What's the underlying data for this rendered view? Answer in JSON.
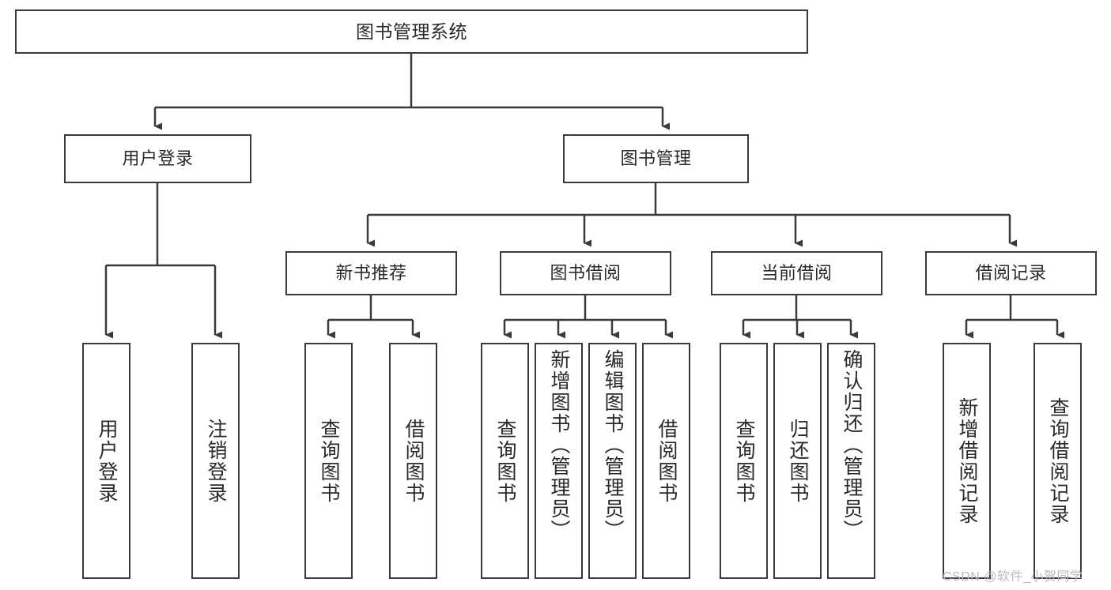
{
  "diagram": {
    "title": "图书管理系统",
    "type": "hierarchy-tree",
    "watermark": "CSDN @软件_小贺同学",
    "colors": {
      "box_border": "#3a3a3a",
      "box_fill": "#ffffff",
      "connector": "#3a3a3a",
      "text": "#2a2a2a",
      "watermark": "#b9b9b9",
      "background": "#ffffff"
    },
    "levels": {
      "root": {
        "label": "图书管理系统"
      },
      "level2": [
        {
          "id": "user-login",
          "label": "用户登录"
        },
        {
          "id": "book-management",
          "label": "图书管理"
        }
      ],
      "level3": [
        {
          "id": "new-book-recommend",
          "label": "新书推荐",
          "parent": "book-management"
        },
        {
          "id": "book-borrow",
          "label": "图书借阅",
          "parent": "book-management"
        },
        {
          "id": "current-borrow",
          "label": "当前借阅",
          "parent": "book-management"
        },
        {
          "id": "borrow-record",
          "label": "借阅记录",
          "parent": "book-management"
        }
      ],
      "leaves": {
        "user-login": [
          {
            "id": "leaf-user-login",
            "label": "用户登录"
          },
          {
            "id": "leaf-user-logout",
            "label": "注销登录"
          }
        ],
        "new-book-recommend": [
          {
            "id": "leaf-query-book-1",
            "label": "查询图书"
          },
          {
            "id": "leaf-borrow-book-1",
            "label": "借阅图书"
          }
        ],
        "book-borrow": [
          {
            "id": "leaf-query-book-2",
            "label": "查询图书"
          },
          {
            "id": "leaf-add-book",
            "label": "新增图书（管理员）"
          },
          {
            "id": "leaf-edit-book",
            "label": "编辑图书（管理员）"
          },
          {
            "id": "leaf-borrow-book-2",
            "label": "借阅图书"
          }
        ],
        "current-borrow": [
          {
            "id": "leaf-query-book-3",
            "label": "查询图书"
          },
          {
            "id": "leaf-return-book",
            "label": "归还图书"
          },
          {
            "id": "leaf-confirm-return",
            "label": "确认归还（管理员）"
          }
        ],
        "borrow-record": [
          {
            "id": "leaf-add-record",
            "label": "新增借阅记录"
          },
          {
            "id": "leaf-query-record",
            "label": "查询借阅记录"
          }
        ]
      }
    }
  }
}
